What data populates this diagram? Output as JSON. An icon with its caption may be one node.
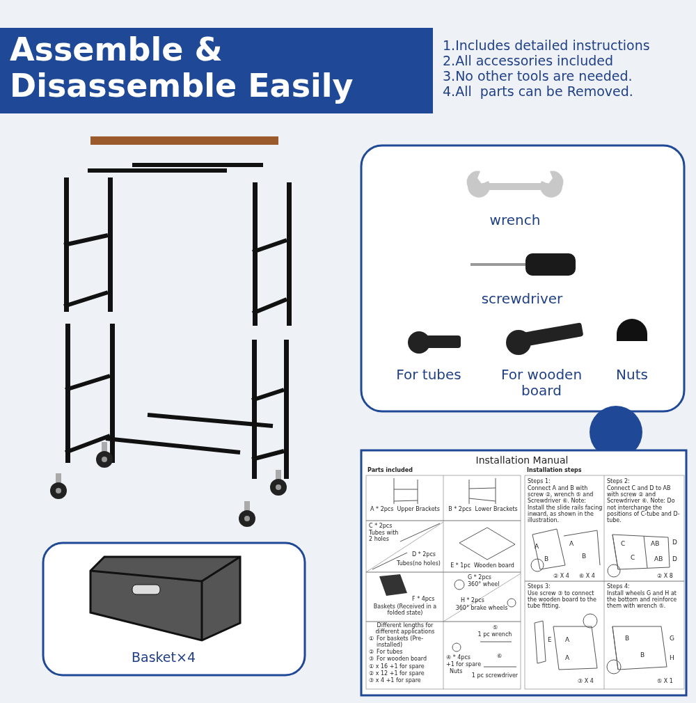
{
  "diagram": {
    "title": "Assemble & Disassemble Easily",
    "labels": [
      "1.Includes detailed instructions",
      "2.All accessories included",
      "3.No other tools are needed.",
      "4.All  parts can be Removed.",
      "wrench",
      "screwdriver",
      "For tubes",
      "For wooden board",
      "Nuts",
      "Basket×4",
      "Installation Manual",
      "Parts included",
      "Installation steps",
      "A * 2pcs  Upper Brackets",
      "B * 2pcs  Lower Brackets",
      "C * 2pcs",
      "Tubes with 2 holes",
      "D * 2pcs",
      "Tubes(no holes)",
      "E * 1pc  Wooden board",
      "F * 4pcs",
      "Baskets (Received in a folded state)",
      "G * 2pcs",
      "360° wheel",
      "H * 2pcs",
      "360° brake wheels",
      "Different lengths for different applications",
      "①",
      "②",
      "③",
      "For baskets (Pre-installed)",
      "For tubes",
      "For wooden board",
      "① x 16 +1 for spare",
      "② x 12 +1 for spare",
      "③ x 4 +1 for spare",
      "⑤",
      "1 pc wrench",
      "④ * 4pcs",
      "+1 for spare",
      "Nuts",
      "⑥",
      "1 pc screwdriver",
      "Steps 1:",
      "Connect A and B with screw ②, wrench ⑤ and Screwdriver ⑥. Note: Install the slide rails facing inward, as shown in the illustration.",
      "A",
      "A",
      "B",
      "B",
      "② X 4",
      "⑥ X 4",
      "Steps 2:",
      "Connect C and D to AB with screw ② and Screwdriver ⑥. Note: Do not interchange the positions of C-tube and D-tube.",
      "C",
      "C",
      "AB",
      "AB",
      "D",
      "D",
      "② X 8",
      "Steps 3:",
      "Use screw ③ to connect the wooden board to the tube fitting.",
      "E",
      "A",
      "A",
      "③ X 4",
      "Steps 4:",
      "Install wheels G and H at the bottom and reinforce them with wrench ⑤.",
      "B",
      "B",
      "G",
      "H",
      "⑤ X 1"
    ]
  }
}
